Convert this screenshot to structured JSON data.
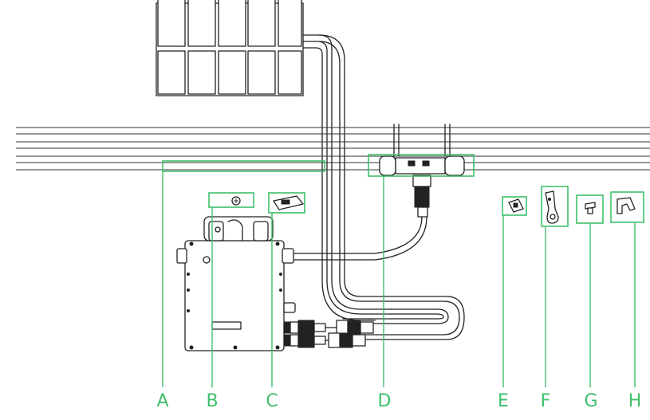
{
  "accent_color": "#3fbf6b",
  "labels": {
    "A": "A",
    "B": "B",
    "C": "C",
    "D": "D",
    "E": "E",
    "F": "F",
    "G": "G",
    "H": "H"
  },
  "components": [
    {
      "id": "A",
      "icon": "rail-icon"
    },
    {
      "id": "B",
      "icon": "screw-icon"
    },
    {
      "id": "C",
      "icon": "ground-clip-icon"
    },
    {
      "id": "D",
      "icon": "ac-connector-icon"
    },
    {
      "id": "E",
      "icon": "end-cap-icon"
    },
    {
      "id": "F",
      "icon": "unlock-tool-icon"
    },
    {
      "id": "G",
      "icon": "protective-cap-icon"
    },
    {
      "id": "H",
      "icon": "cable-clip-icon"
    }
  ]
}
